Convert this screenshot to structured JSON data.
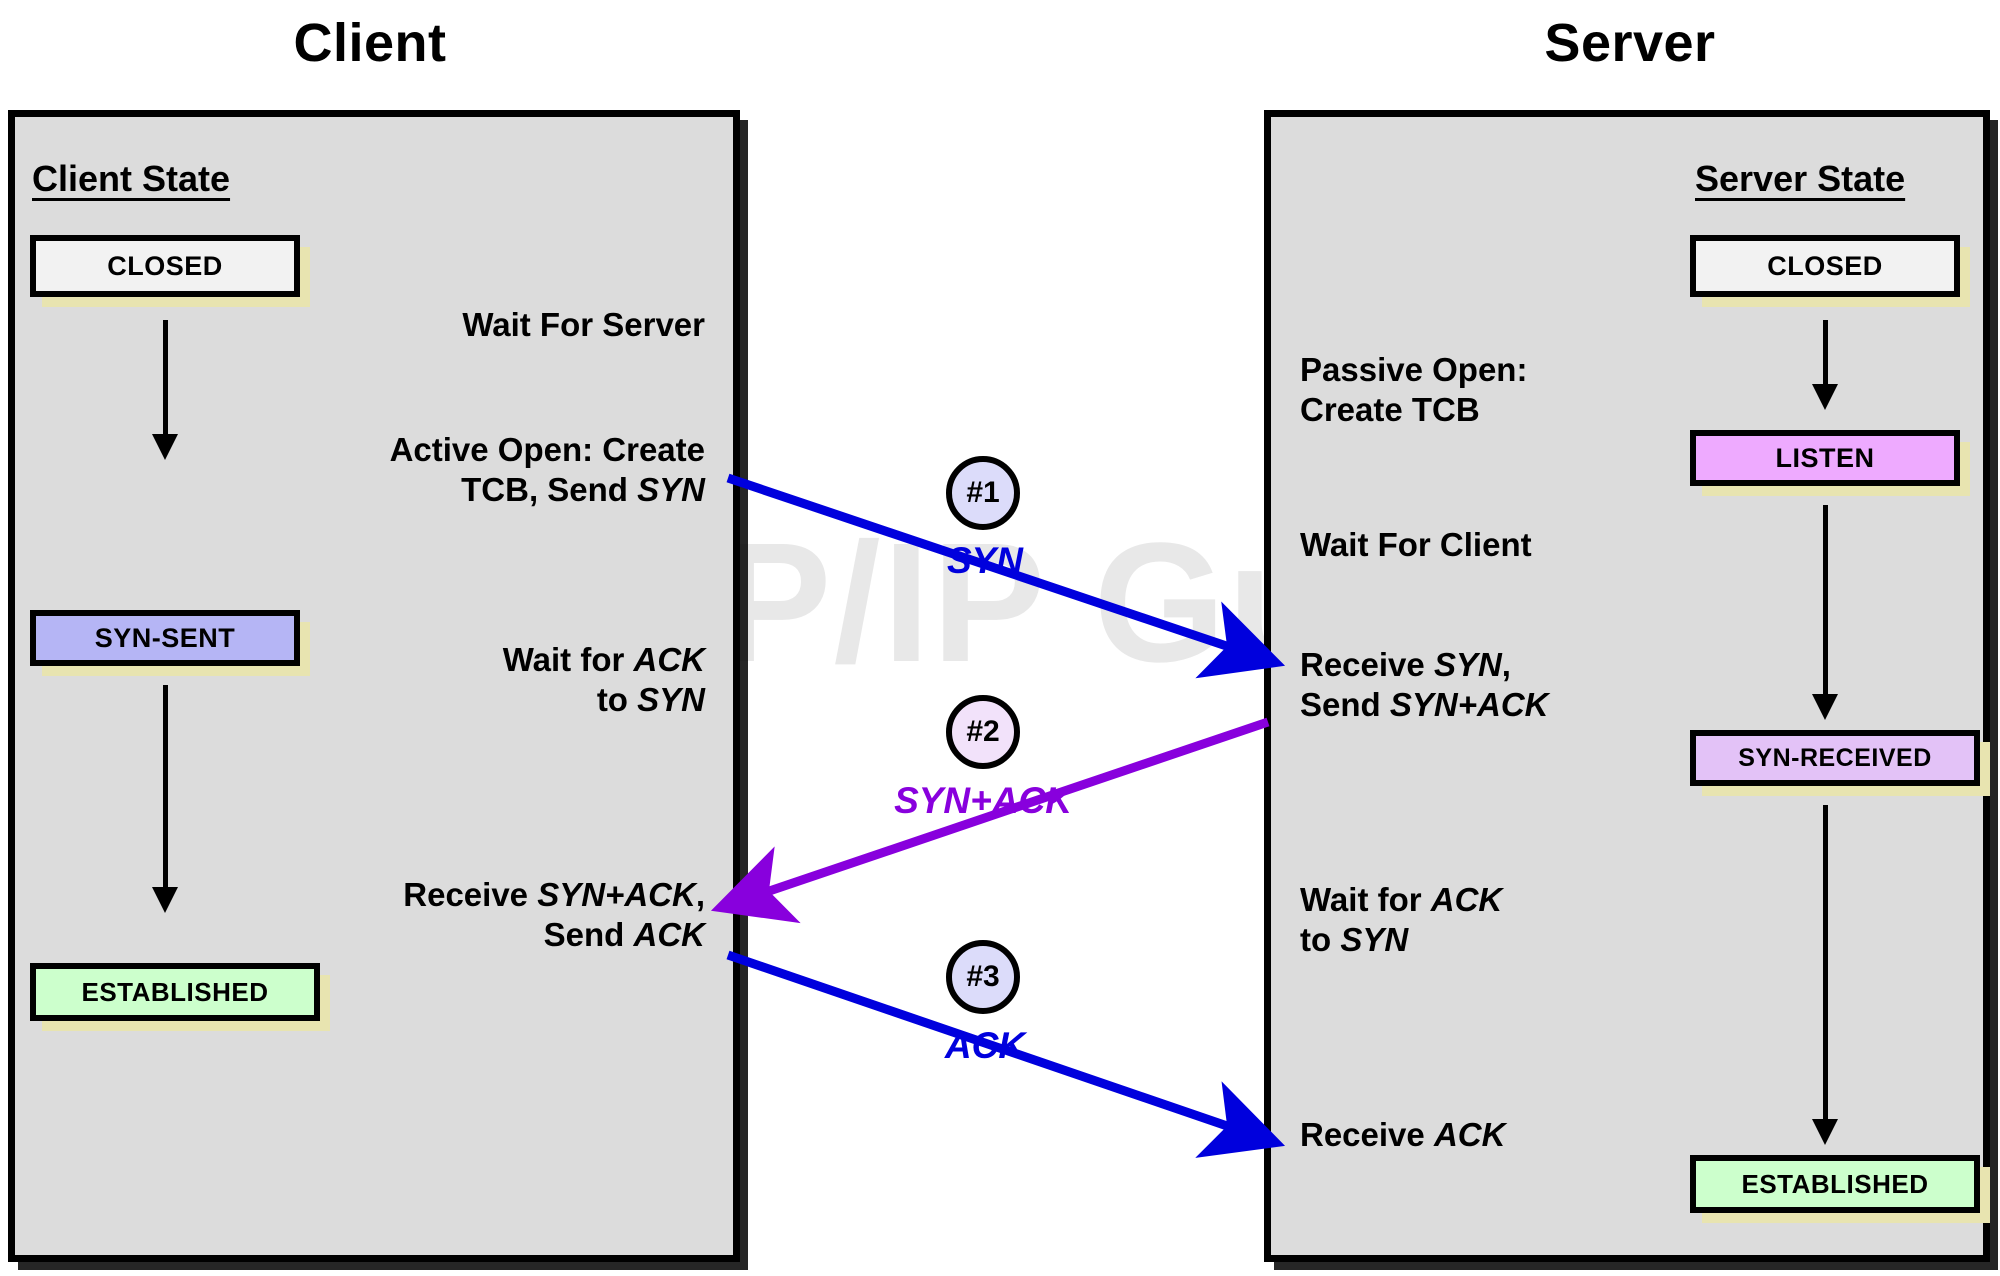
{
  "diagram": {
    "watermark": "The TCP/IP Guide",
    "client_title": "Client",
    "server_title": "Server",
    "client_state_heading": "Client State",
    "server_state_heading": "Server State",
    "panel_fill": "#dcdcdc",
    "shadow_color": "#e8e4b0"
  },
  "client": {
    "states": [
      {
        "label": "CLOSED",
        "fill": "#f2f2f2"
      },
      {
        "label": "SYN-SENT",
        "fill": "#b5b5f5"
      },
      {
        "label": "ESTABLISHED",
        "fill": "#ccffcc"
      }
    ],
    "notes": [
      {
        "text": "Wait For Server"
      },
      {
        "text": "Active Open: Create\nTCB, Send SYN",
        "italic_terms": [
          "SYN"
        ]
      },
      {
        "text": "Wait for ACK\nto SYN",
        "italic_terms": [
          "ACK",
          "SYN"
        ]
      },
      {
        "text": "Receive SYN+ACK,\nSend ACK",
        "italic_terms": [
          "SYN+ACK",
          "ACK"
        ]
      }
    ]
  },
  "server": {
    "states": [
      {
        "label": "CLOSED",
        "fill": "#f2f2f2"
      },
      {
        "label": "LISTEN",
        "fill": "#eeaaff"
      },
      {
        "label": "SYN-RECEIVED",
        "fill": "#e3c2f7"
      },
      {
        "label": "ESTABLISHED",
        "fill": "#ccffcc"
      }
    ],
    "notes": [
      {
        "text": "Passive Open:\nCreate TCB"
      },
      {
        "text": "Wait For Client"
      },
      {
        "text": "Receive SYN,\nSend SYN+ACK",
        "italic_terms": [
          "SYN",
          "SYN+ACK"
        ]
      },
      {
        "text": "Wait for ACK\nto SYN",
        "italic_terms": [
          "ACK",
          "SYN"
        ]
      },
      {
        "text": "Receive ACK",
        "italic_terms": [
          "ACK"
        ]
      }
    ]
  },
  "messages": [
    {
      "number": "#1",
      "label": "SYN",
      "direction": "client-to-server",
      "color": "#0000dd",
      "circle_fill": "#dcdcfa"
    },
    {
      "number": "#2",
      "label": "SYN+ACK",
      "direction": "server-to-client",
      "color": "#8800dd",
      "circle_fill": "#f2e2fa"
    },
    {
      "number": "#3",
      "label": "ACK",
      "direction": "client-to-server",
      "color": "#0000dd",
      "circle_fill": "#dcdcfa"
    }
  ]
}
